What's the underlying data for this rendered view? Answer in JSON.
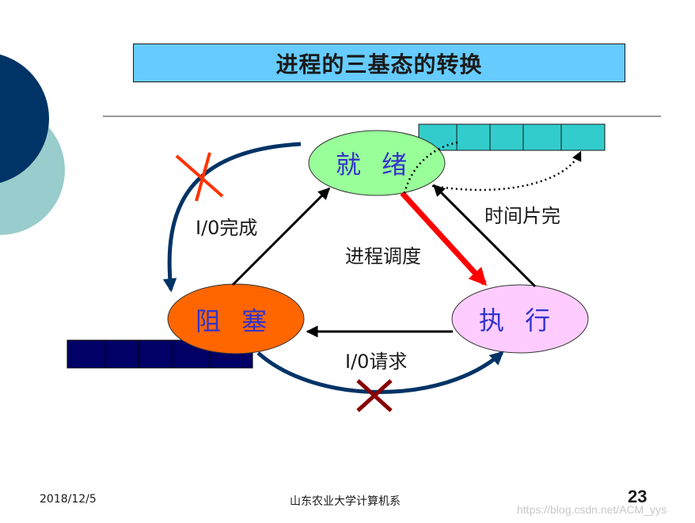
{
  "title": "进程的三基态的转换",
  "states": {
    "ready": "就 绪",
    "running": "执 行",
    "blocked": "阻 塞"
  },
  "edges": {
    "io_complete": "I/0完成",
    "dispatch": "进程调度",
    "timeslice": "时间片完",
    "io_request": "I/0请求"
  },
  "footer": {
    "date": "2018/12/5",
    "organization": "山东农业大学计算机系",
    "page_number": "23",
    "watermark": "https://blog.csdn.net/ACM_yys"
  },
  "colors": {
    "title_bg": "#66ccff",
    "ready_fill": "#99ff99",
    "running_fill": "#ffccff",
    "blocked_fill": "#ff6600",
    "ready_queue": "#33cccc",
    "blocked_queue": "#000066",
    "dispatch_arrow": "#ff0000",
    "curve_arrow": "#003366",
    "cross_red": "#ff3300",
    "cross_dark": "#880000",
    "label_blue": "#3333cc"
  }
}
